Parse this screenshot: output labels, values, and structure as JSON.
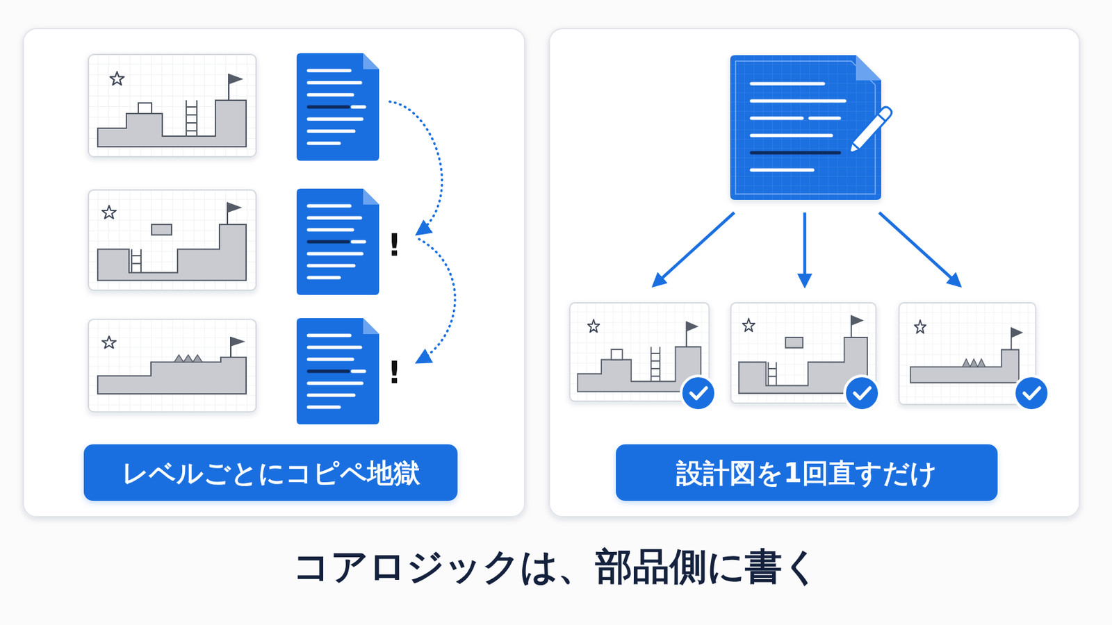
{
  "diagram": {
    "title": "コアロジックは、部品側に書く",
    "nodes": [
      {
        "text": [
          "レベルごとにコピペ地獄"
        ]
      },
      {
        "text": [
          "設計図を1回直すだけ"
        ]
      }
    ],
    "labels": [
      "!",
      "!"
    ]
  }
}
